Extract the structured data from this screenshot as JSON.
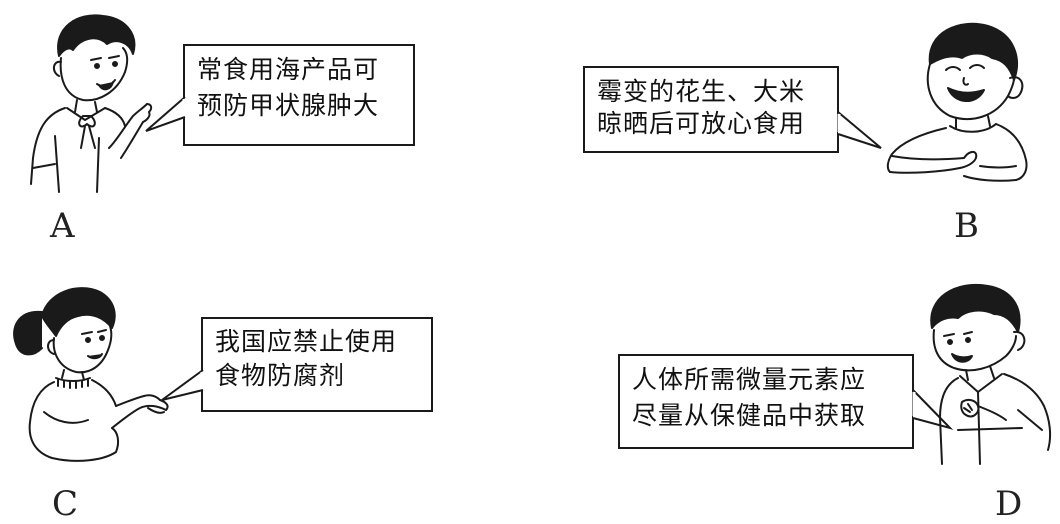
{
  "panels": {
    "A": {
      "label": "A",
      "lines": [
        "常食用海产品可",
        "预防甲状腺肿大"
      ],
      "icon": "boy-pointing-icon"
    },
    "B": {
      "label": "B",
      "lines": [
        "霉变的花生、大米",
        "晾晒后可放心食用"
      ],
      "icon": "boy-smiling-icon"
    },
    "C": {
      "label": "C",
      "lines": [
        "我国应禁止使用",
        "食物防腐剂"
      ],
      "icon": "girl-gesturing-icon"
    },
    "D": {
      "label": "D",
      "lines": [
        "人体所需微量元素应",
        "尽量从保健品中获取"
      ],
      "icon": "boy-talking-icon"
    }
  },
  "colors": {
    "ink": "#1a1a1a",
    "paper": "#ffffff"
  }
}
